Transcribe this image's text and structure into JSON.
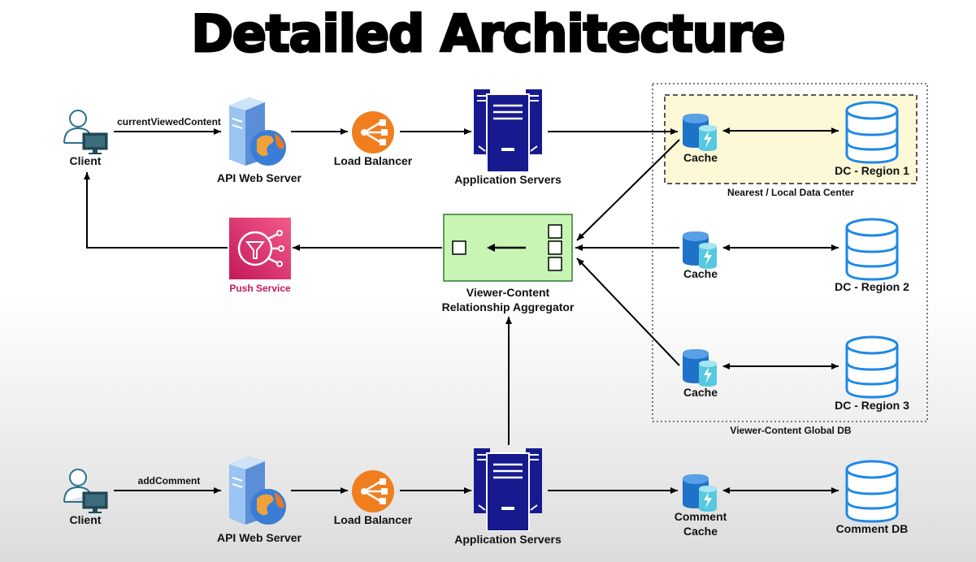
{
  "title": "Detailed Architecture",
  "colors": {
    "navy": "#171a8f",
    "orange": "#f07e1f",
    "cache_blue": "#1e73c8",
    "cache_cyan": "#56c8e0",
    "db_blue": "#1e88e5",
    "push_pink": "#e91e63",
    "aggregator_green": "#c8f5b4",
    "local_dc_yellow": "#fdf8d6"
  },
  "top_flow": {
    "client": "Client",
    "request": "currentViewedContent",
    "api_server": "API Web Server",
    "load_balancer": "Load Balancer",
    "app_servers": "Application Servers"
  },
  "middle": {
    "push_service": "Push Service",
    "aggregator_line1": "Viewer-Content",
    "aggregator_line2": "Relationship Aggregator"
  },
  "global_db": {
    "label": "Viewer-Content Global DB",
    "local_label": "Nearest / Local Data Center",
    "regions": [
      {
        "cache": "Cache",
        "dc": "DC - Region 1"
      },
      {
        "cache": "Cache",
        "dc": "DC - Region 2"
      },
      {
        "cache": "Cache",
        "dc": "DC - Region 3"
      }
    ]
  },
  "bottom_flow": {
    "client": "Client",
    "request": "addComment",
    "api_server": "API Web Server",
    "load_balancer": "Load Balancer",
    "app_servers": "Application Servers",
    "comment_cache_line1": "Comment",
    "comment_cache_line2": "Cache",
    "comment_db": "Comment DB"
  },
  "icons": [
    "client-icon",
    "web-server-icon",
    "load-balancer-icon",
    "app-servers-icon",
    "cache-icon",
    "database-icon",
    "push-service-icon",
    "aggregator-icon"
  ]
}
